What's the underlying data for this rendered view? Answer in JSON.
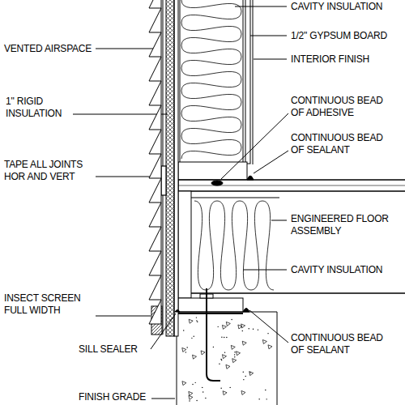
{
  "diagram": {
    "labels": [
      "CAVITY INSULATION",
      "1/2\" GYPSUM BOARD",
      "VENTED AIRSPACE",
      "INTERIOR FINISH",
      "1\" RIGID INSULATION",
      "CONTINUOUS BEAD OF ADHESIVE",
      "CONTINUOUS BEAD OF SEALANT",
      "TAPE ALL JOINTS HOR AND VERT",
      "ENGINEERED FLOOR ASSEMBLY",
      "CAVITY INSULATION",
      "INSECT SCREEN FULL WIDTH",
      "CONTINUOUS BEAD OF SEALANT",
      "SILL SEALER",
      "FINISH GRADE"
    ]
  }
}
